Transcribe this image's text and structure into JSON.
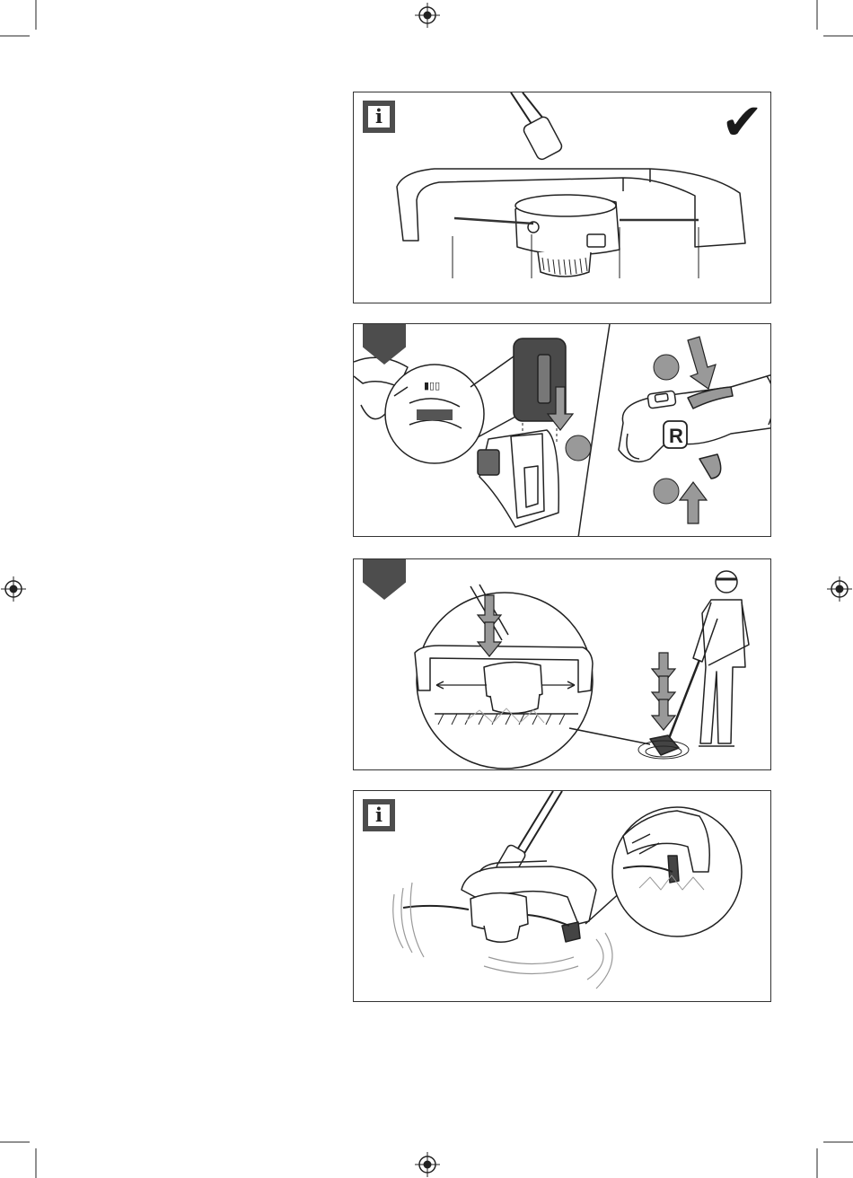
{
  "panels": [
    {
      "id": "panel-1",
      "badge": "info",
      "badge_text": "i",
      "check": "✔"
    },
    {
      "id": "panel-2",
      "badge": "step"
    },
    {
      "id": "panel-3",
      "badge": "step"
    },
    {
      "id": "panel-4",
      "badge": "info",
      "badge_text": "i"
    }
  ],
  "handle_letter": "R",
  "icons": [
    "registration-mark-icon",
    "crop-mark-icon",
    "info-icon",
    "checkmark-icon",
    "arrow-down-icon",
    "arrow-up-icon"
  ]
}
